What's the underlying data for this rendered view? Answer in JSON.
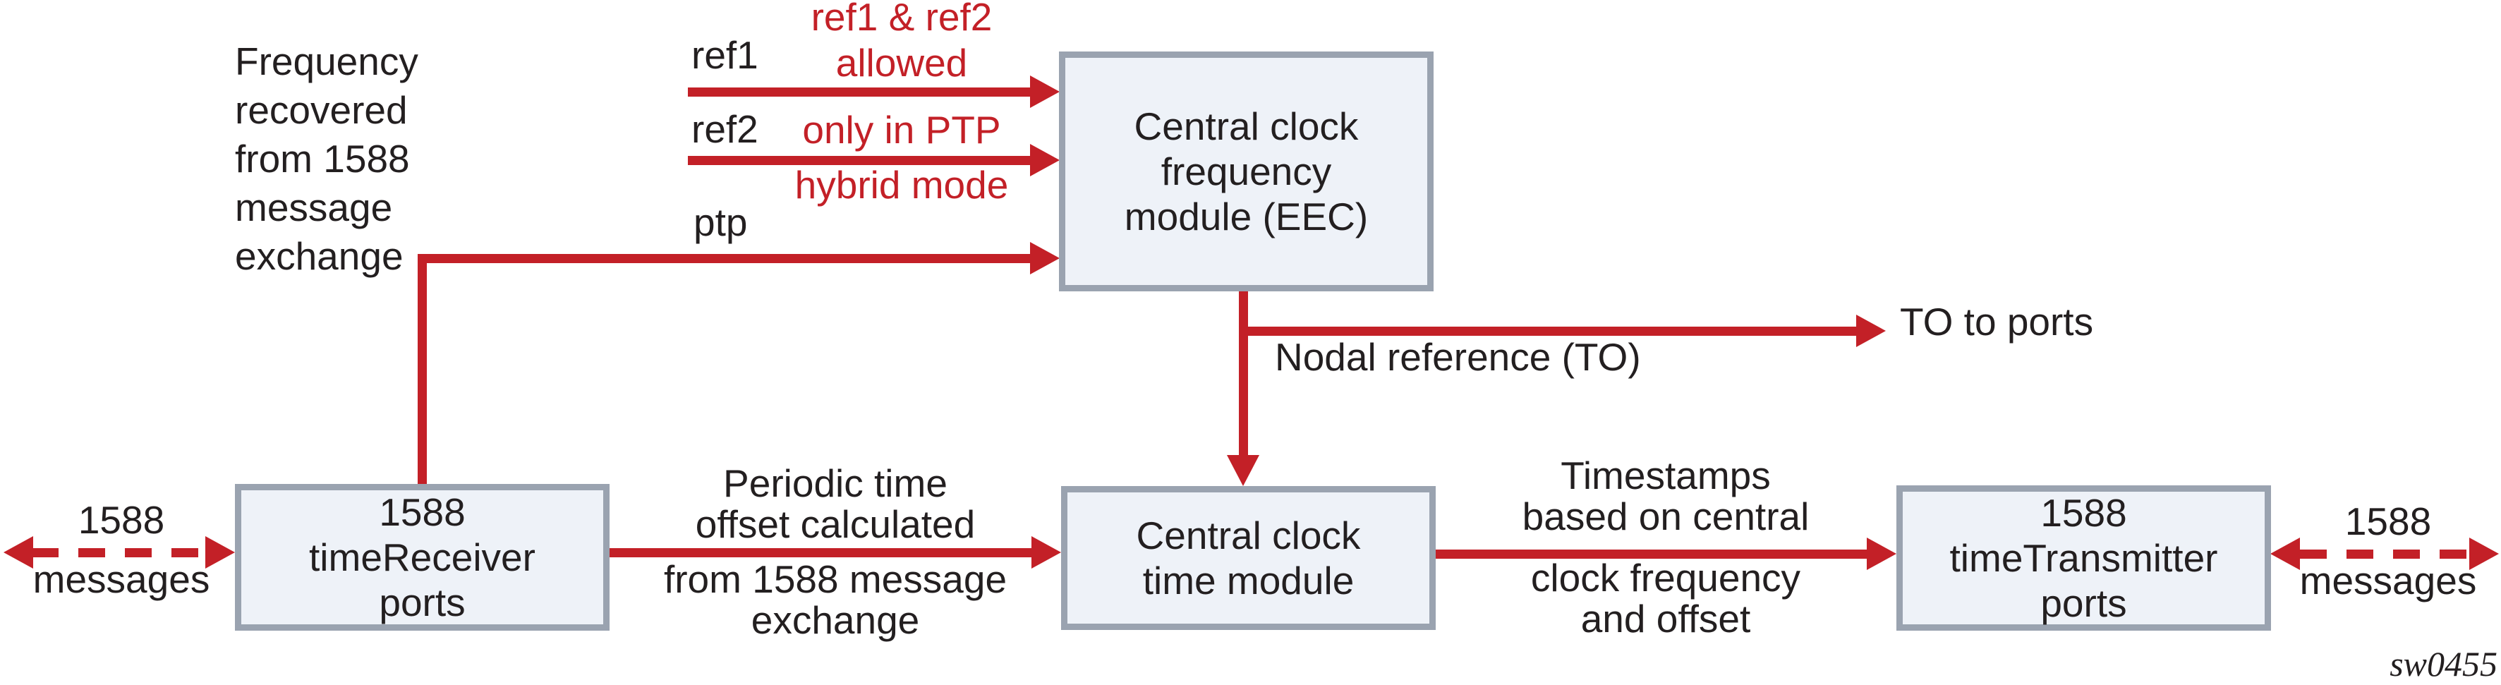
{
  "colors": {
    "arrow_and_accent_red": "#c32027",
    "text_black": "#231f20",
    "module_box_fill": "#eef2f8",
    "module_box_border": "#9aa3b0",
    "background": "#ffffff"
  },
  "boxes": {
    "central_clock_frequency_module": "Central clock\nfrequency\nmodule (EEC)",
    "time_receiver_ports": "1588\ntimeReceiver\nports",
    "central_clock_time_module": "Central clock\ntime module",
    "time_transmitter_ports": "1588\ntimeTransmitter\nports"
  },
  "labels": {
    "frequency_recovered": "Frequency\nrecovered\nfrom 1588\nmessage\nexchange",
    "ref1": "ref1",
    "ref2": "ref2",
    "ptp": "ptp",
    "ref1_ref2_allowed": "ref1 & ref2\nallowed",
    "only_in_ptp": "only in PTP",
    "hybrid_mode": "hybrid mode",
    "nodal_reference": "Nodal reference (TO)",
    "to_to_ports": "TO to ports",
    "periodic_time_offset": "Periodic time\noffset calculated",
    "from_1588_message_exchange": "from 1588 message\nexchange",
    "timestamps_based_on_central": "Timestamps\nbased on central",
    "clock_frequency_and_offset": "clock frequency\nand offset",
    "messages_left": "1588\nmessages",
    "messages_right": "1588\nmessages",
    "watermark": "sw0455"
  }
}
